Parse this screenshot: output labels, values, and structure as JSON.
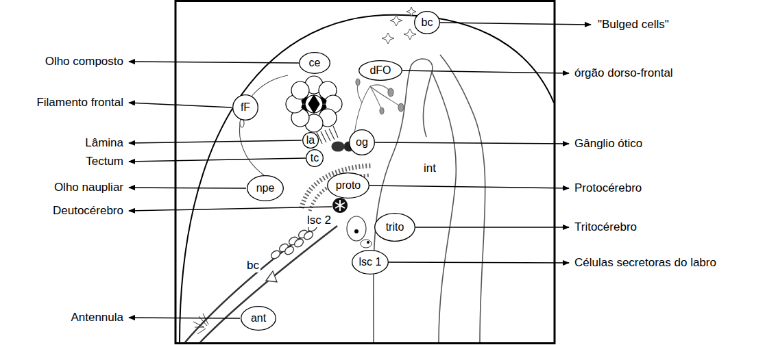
{
  "diagram": {
    "nodes": [
      {
        "text": [
          "bc"
        ]
      },
      {
        "text": [
          "ce"
        ]
      },
      {
        "text": [
          "dFO"
        ]
      },
      {
        "text": [
          "fF"
        ]
      },
      {
        "text": [
          "la"
        ]
      },
      {
        "text": [
          "og"
        ]
      },
      {
        "text": [
          "tc"
        ]
      },
      {
        "text": [
          "npe"
        ]
      },
      {
        "text": [
          "proto"
        ]
      },
      {
        "text": [
          "trito"
        ]
      },
      {
        "text": [
          "lsc 1"
        ]
      },
      {
        "text": [
          "ant"
        ]
      }
    ],
    "labels": [
      "\"Bulged cells\"",
      "órgão dorso-frontal",
      "Olho composto",
      "Filamento frontal",
      "Lâmina",
      "Gânglio ótico",
      "Tectum",
      "Olho naupliar",
      "Protocérebro",
      "Deutocérebro",
      "Tritocérebro",
      "lsc 2",
      "Células secretoras do labro",
      "Antennula",
      "int",
      "bc"
    ]
  }
}
